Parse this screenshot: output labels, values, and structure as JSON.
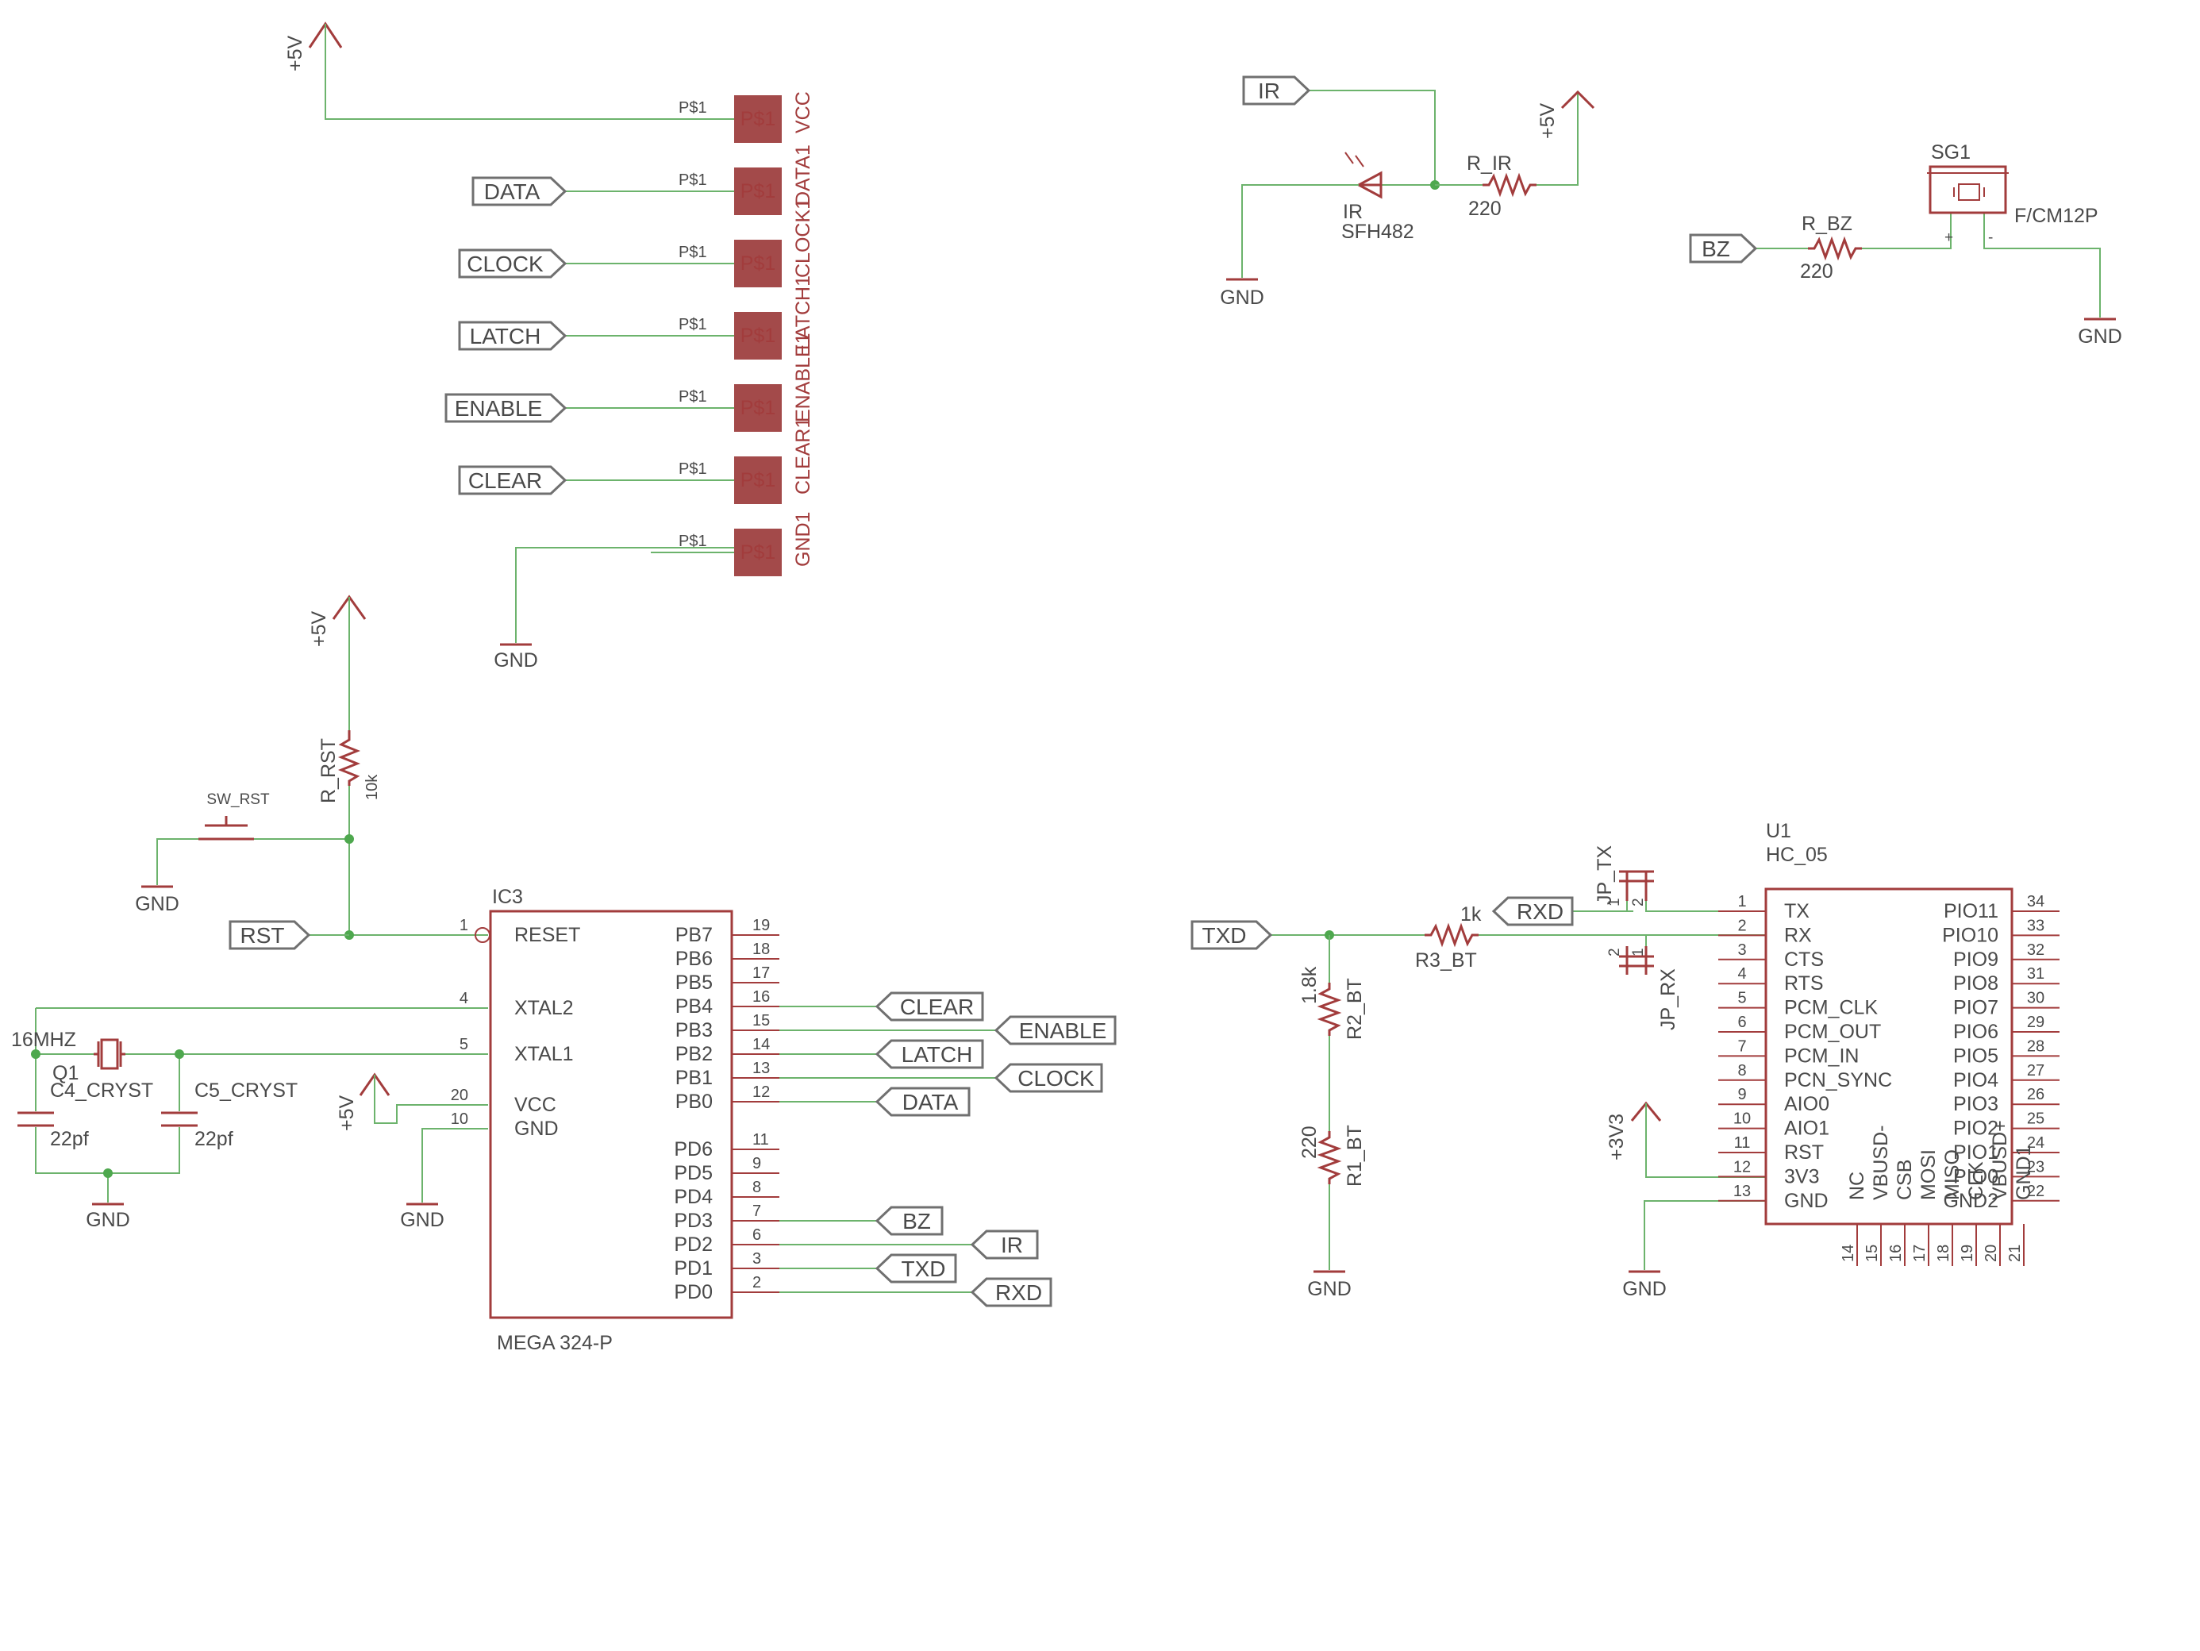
{
  "colors": {
    "wire": "#6cb36c",
    "part": "#a23c3c",
    "pad": "#a34a4a",
    "text": "#4a4a4a",
    "junction": "#4ea84e"
  },
  "power": {
    "p5v": "+5V",
    "gnd": "GND",
    "p3v3": "+3V3"
  },
  "connector": {
    "pin_label": "P$1",
    "pad_text": "P$1",
    "pads": [
      {
        "name": "VCC",
        "net": ""
      },
      {
        "name": "DATA1",
        "net": "DATA"
      },
      {
        "name": "CLOCK1",
        "net": "CLOCK"
      },
      {
        "name": "LATCH1",
        "net": "LATCH"
      },
      {
        "name": "ENABLE1",
        "net": "ENABLE"
      },
      {
        "name": "CLEAR1",
        "net": "CLEAR"
      },
      {
        "name": "GND1",
        "net": ""
      }
    ]
  },
  "reset": {
    "resistor": "R_RST",
    "value": "10k",
    "switch": "SW_RST",
    "net": "RST"
  },
  "crystal": {
    "name": "Q1",
    "freq": "16MHZ",
    "c4": "C4_CRYST",
    "c5": "C5_CRYST",
    "cap_value": "22pf"
  },
  "mcu": {
    "name": "IC3",
    "part": "MEGA 324-P",
    "left_pins": [
      {
        "num": "1",
        "name": "RESET"
      },
      {
        "num": "4",
        "name": "XTAL2"
      },
      {
        "num": "5",
        "name": "XTAL1"
      },
      {
        "num": "20",
        "name": "VCC"
      },
      {
        "num": "10",
        "name": "GND"
      }
    ],
    "right_pins": [
      {
        "num": "19",
        "name": "PB7",
        "net": ""
      },
      {
        "num": "18",
        "name": "PB6",
        "net": ""
      },
      {
        "num": "17",
        "name": "PB5",
        "net": ""
      },
      {
        "num": "16",
        "name": "PB4",
        "net": "CLEAR"
      },
      {
        "num": "15",
        "name": "PB3",
        "net": "ENABLE"
      },
      {
        "num": "14",
        "name": "PB2",
        "net": "LATCH"
      },
      {
        "num": "13",
        "name": "PB1",
        "net": "CLOCK"
      },
      {
        "num": "12",
        "name": "PB0",
        "net": "DATA"
      },
      {
        "num": "11",
        "name": "PD6",
        "net": ""
      },
      {
        "num": "9",
        "name": "PD5",
        "net": ""
      },
      {
        "num": "8",
        "name": "PD4",
        "net": ""
      },
      {
        "num": "7",
        "name": "PD3",
        "net": "BZ"
      },
      {
        "num": "6",
        "name": "PD2",
        "net": "IR"
      },
      {
        "num": "3",
        "name": "PD1",
        "net": "TXD"
      },
      {
        "num": "2",
        "name": "PD0",
        "net": "RXD"
      }
    ]
  },
  "ir": {
    "net": "IR",
    "led": "IR",
    "part": "SFH482",
    "resistor": "R_IR",
    "value": "220"
  },
  "buzzer": {
    "net": "BZ",
    "resistor": "R_BZ",
    "value": "220",
    "name": "SG1",
    "part": "F/CM12P",
    "plus": "+",
    "minus": "-"
  },
  "bt": {
    "txd": "TXD",
    "rxd": "RXD",
    "r3": "R3_BT",
    "r3_value": "1k",
    "r2": "R2_BT",
    "r2_value": "1.8k",
    "r1": "R1_BT",
    "r1_value": "220",
    "jp_tx": "JP_TX",
    "jp_rx": "JP_RX",
    "jp_pin1": "1",
    "jp_pin2": "2"
  },
  "hc05": {
    "name": "U1",
    "part": "HC_05",
    "left_pins": [
      {
        "num": "1",
        "name": "TX"
      },
      {
        "num": "2",
        "name": "RX"
      },
      {
        "num": "3",
        "name": "CTS"
      },
      {
        "num": "4",
        "name": "RTS"
      },
      {
        "num": "5",
        "name": "PCM_CLK"
      },
      {
        "num": "6",
        "name": "PCM_OUT"
      },
      {
        "num": "7",
        "name": "PCM_IN"
      },
      {
        "num": "8",
        "name": "PCN_SYNC"
      },
      {
        "num": "9",
        "name": "AIO0"
      },
      {
        "num": "10",
        "name": "AIO1"
      },
      {
        "num": "11",
        "name": "RST"
      },
      {
        "num": "12",
        "name": "3V3"
      },
      {
        "num": "13",
        "name": "GND"
      }
    ],
    "right_pins": [
      {
        "num": "34",
        "name": "PIO11"
      },
      {
        "num": "33",
        "name": "PIO10"
      },
      {
        "num": "32",
        "name": "PIO9"
      },
      {
        "num": "31",
        "name": "PIO8"
      },
      {
        "num": "30",
        "name": "PIO7"
      },
      {
        "num": "29",
        "name": "PIO6"
      },
      {
        "num": "28",
        "name": "PIO5"
      },
      {
        "num": "27",
        "name": "PIO4"
      },
      {
        "num": "26",
        "name": "PIO3"
      },
      {
        "num": "25",
        "name": "PIO2"
      },
      {
        "num": "24",
        "name": "PIO1"
      },
      {
        "num": "23",
        "name": "PIO0"
      },
      {
        "num": "22",
        "name": "GND2"
      }
    ],
    "bottom_pins": [
      {
        "num": "14",
        "name": "NC"
      },
      {
        "num": "15",
        "name": "VBUSD-"
      },
      {
        "num": "16",
        "name": "CSB"
      },
      {
        "num": "17",
        "name": "MOSI"
      },
      {
        "num": "18",
        "name": "MISO"
      },
      {
        "num": "19",
        "name": "CLK"
      },
      {
        "num": "20",
        "name": "VBUSD+"
      },
      {
        "num": "21",
        "name": "GND1"
      }
    ]
  }
}
